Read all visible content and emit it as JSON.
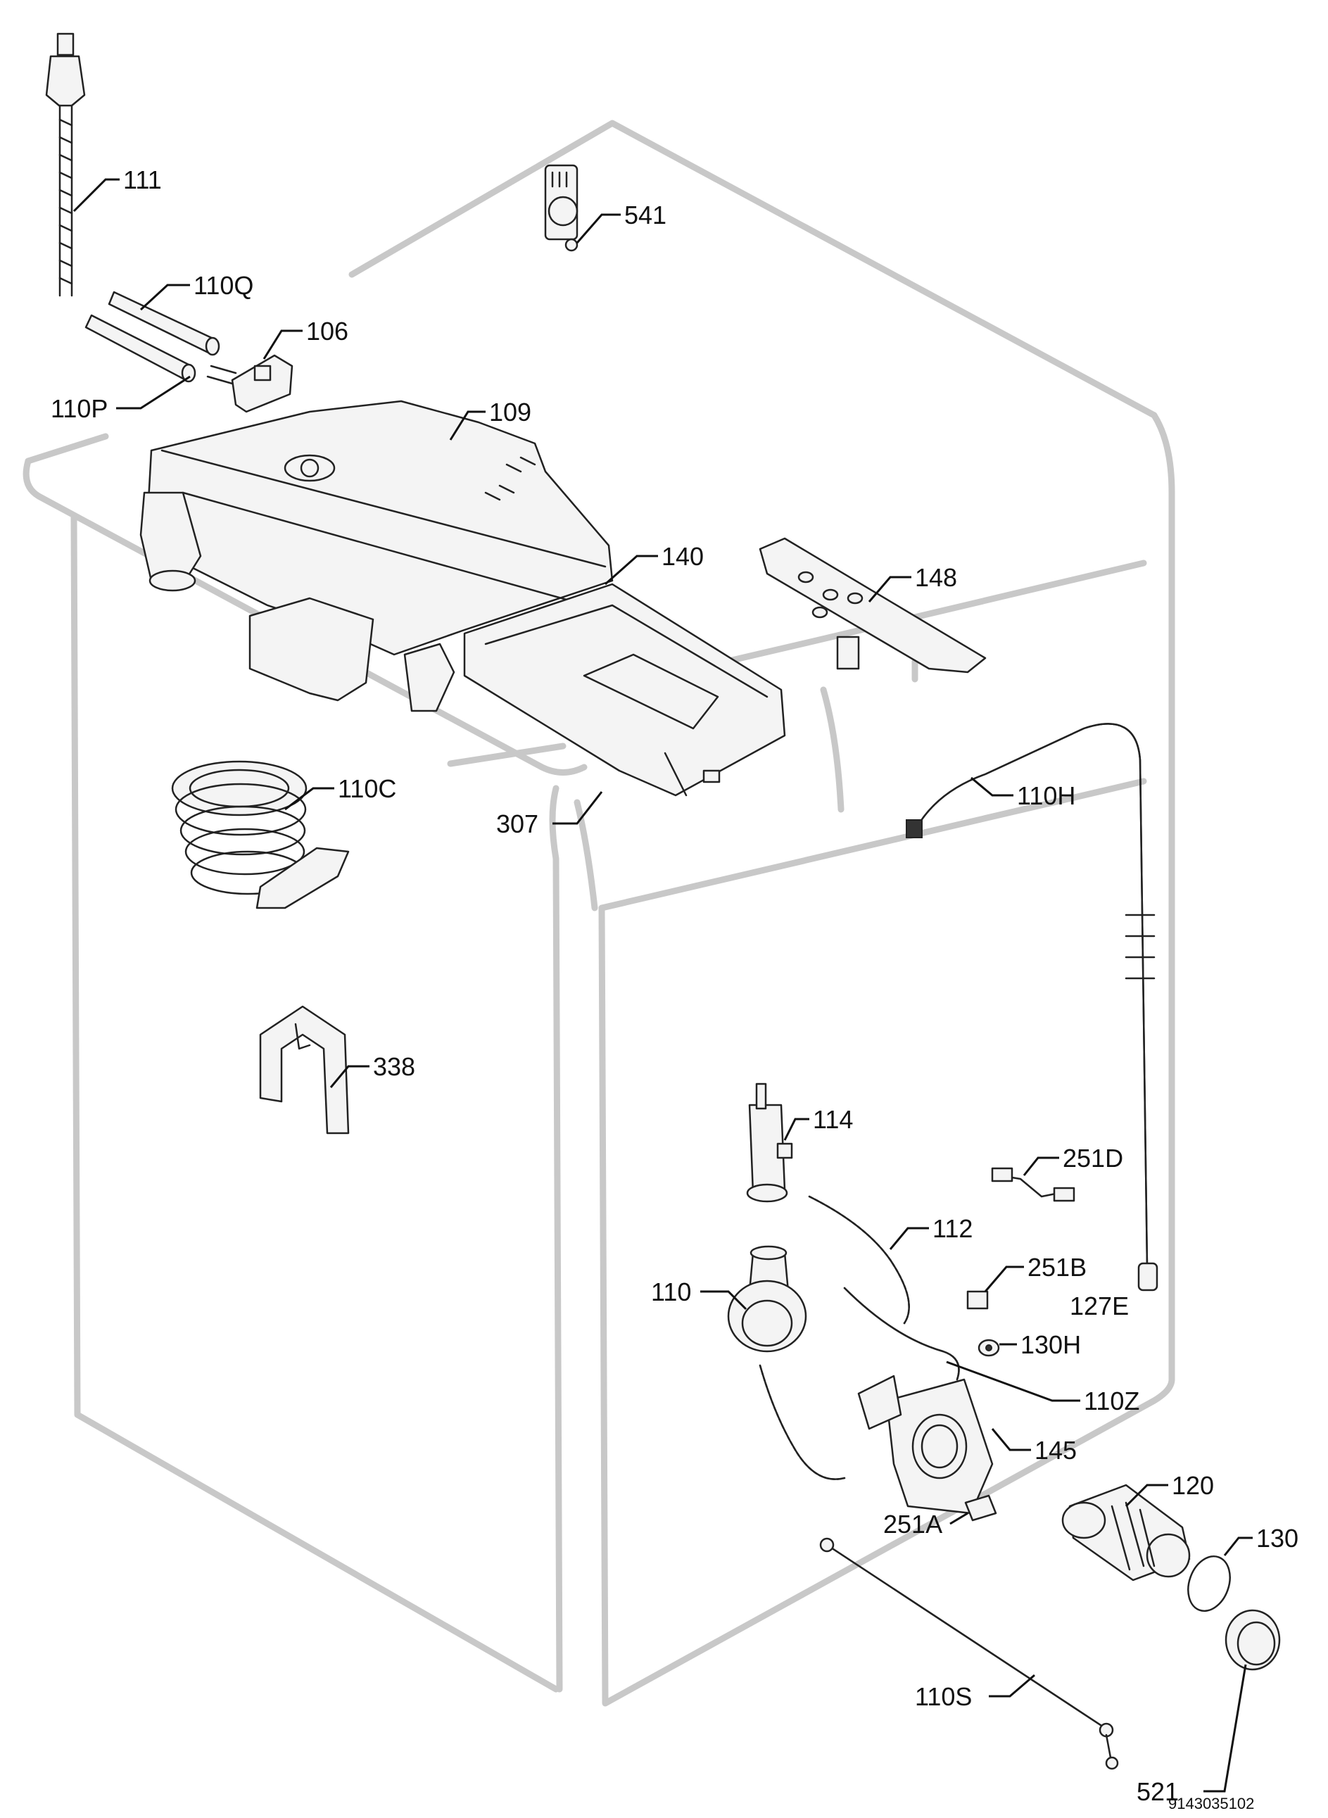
{
  "diagram": {
    "labels": {
      "p111": "111",
      "p541": "541",
      "p110Q": "110Q",
      "p106": "106",
      "p110P": "110P",
      "p109": "109",
      "p140": "140",
      "p148": "148",
      "p110C": "110C",
      "p307": "307",
      "p110H": "110H",
      "p338": "338",
      "p114": "114",
      "p251D": "251D",
      "p112": "112",
      "p251B": "251B",
      "p110": "110",
      "p127E": "127E",
      "p130H": "130H",
      "p110Z": "110Z",
      "p145": "145",
      "p120": "120",
      "p251A": "251A",
      "p130": "130",
      "p521": "521",
      "p110S": "110S"
    },
    "document_number": "9143035102",
    "colors": {
      "cabinet_outline": "#c8c8c8",
      "part_stroke": "#222222",
      "label_text": "#111111"
    }
  }
}
